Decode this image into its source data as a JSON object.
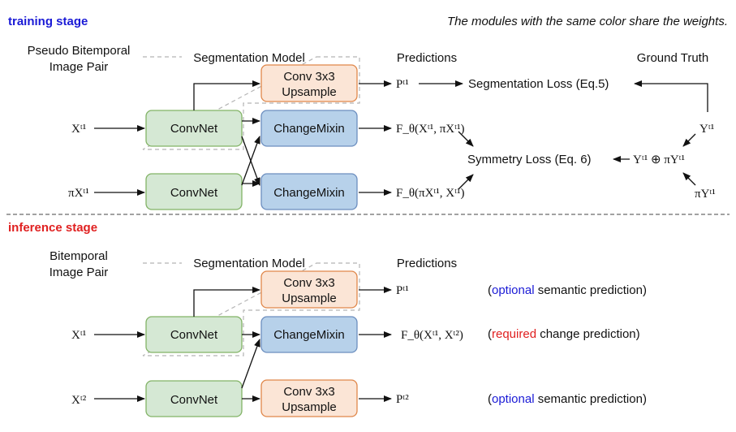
{
  "colors": {
    "stage_training": "#1a1ad6",
    "stage_inference": "#e02020",
    "loss_green": "#4f8a2a",
    "loss_blue": "#1f4e8c",
    "optional": "#1a1ad6",
    "required": "#e02020"
  },
  "training": {
    "stage_label": "training stage",
    "note": "The modules with the same color share the weights.",
    "input_header_line1": "Pseudo Bitemporal",
    "input_header_line2": "Image Pair",
    "model_header": "Segmentation Model",
    "predictions_header": "Predictions",
    "gt_header": "Ground Truth",
    "conv_upsample_line1": "Conv 3x3",
    "conv_upsample_line2": "Upsample",
    "convnet_1": "ConvNet",
    "convnet_2": "ConvNet",
    "changemixin_1": "ChangeMixin",
    "changemixin_2": "ChangeMixin",
    "input_1": "X^t1",
    "input_2": "πX^t1",
    "pred_seg": "P^t1",
    "pred_change_1": "F_θ(X^t1, πX^t1)",
    "pred_change_2": "F_θ(πX^t1, X^t1)",
    "seg_loss": "Segmentation Loss (Eq.5)",
    "sym_loss": "Symmetry Loss (Eq. 6)",
    "gt_1": "Y^t1",
    "gt_xor": "Y^t1 ⊕ πY^t1",
    "gt_2": "πY^t1"
  },
  "inference": {
    "stage_label": "inference stage",
    "input_header_line1": "Bitemporal",
    "input_header_line2": "Image Pair",
    "model_header": "Segmentation Model",
    "predictions_header": "Predictions",
    "conv_upsample_top_line1": "Conv 3x3",
    "conv_upsample_top_line2": "Upsample",
    "conv_upsample_bottom_line1": "Conv 3x3",
    "conv_upsample_bottom_line2": "Upsample",
    "convnet_1": "ConvNet",
    "convnet_2": "ConvNet",
    "changemixin": "ChangeMixin",
    "input_1": "X^t1",
    "input_2": "X^t2",
    "pred_seg_1": "P^t1",
    "pred_change": "F_θ(X^t1, X^t2)",
    "pred_seg_2": "P^t2",
    "desc_1_highlight": "optional",
    "desc_1_rest": " semantic prediction)",
    "desc_2_highlight": "required",
    "desc_2_rest": " change prediction)",
    "desc_3_highlight": "optional",
    "desc_3_rest": " semantic prediction)",
    "open_paren": "("
  }
}
